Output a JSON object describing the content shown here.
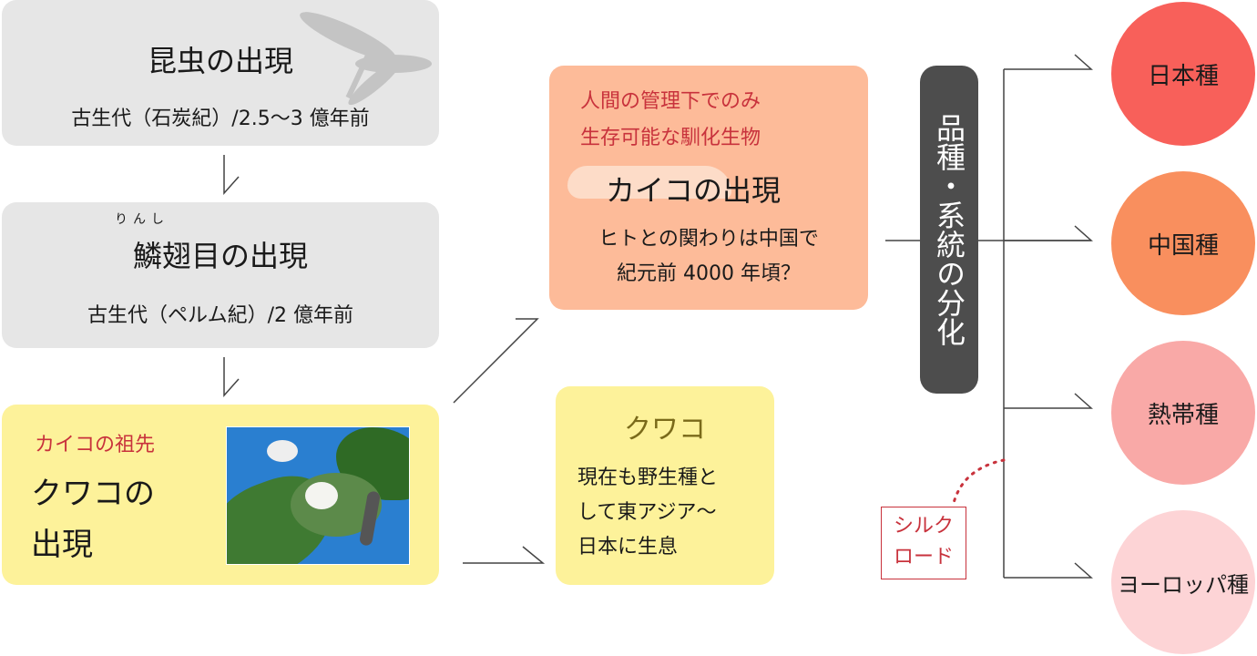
{
  "insects": {
    "title": "昆虫の出現",
    "sub": "古生代（石炭紀）/2.5〜3 億年前"
  },
  "lepidoptera": {
    "ruby": "りんし",
    "title": "鱗翅目の出現",
    "sub": "古生代（ペルム紀）/2 億年前"
  },
  "ancestor": {
    "label": "カイコの祖先",
    "title_1": "クワコの",
    "title_2": "出現"
  },
  "silkworm": {
    "note_1": "人間の管理下でのみ",
    "note_2": "生存可能な馴化生物",
    "title": "カイコの出現",
    "sub_1": "ヒトとの関わりは中国で",
    "sub_2": "紀元前 4000 年頃？"
  },
  "kuwako": {
    "title": "クワコ",
    "sub_1": "現在も野生種と",
    "sub_2": "して東アジア〜",
    "sub_3": "日本に生息"
  },
  "branch": {
    "label": "品種・系統の分化"
  },
  "silk_road": {
    "line_1": "シルク",
    "line_2": "ロード"
  },
  "varieties": [
    {
      "label": "日本種",
      "color": "#f8605a"
    },
    {
      "label": "中国種",
      "color": "#f98f5e"
    },
    {
      "label": "熱帯種",
      "color": "#f9a9a7"
    },
    {
      "label": "ヨーロッパ種",
      "color": "#fdd4d6"
    }
  ]
}
